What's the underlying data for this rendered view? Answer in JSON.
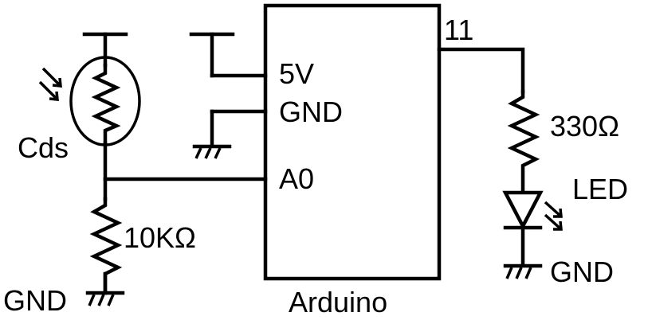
{
  "diagram": {
    "board_label": "Arduino",
    "pins": {
      "pin_5v": "5V",
      "pin_gnd": "GND",
      "pin_a0": "A0",
      "pin_11": "11"
    },
    "components": {
      "sensor_label": "Cds",
      "pulldown_resistor_label": "10KΩ",
      "led_resistor_label": "330Ω",
      "led_label": "LED"
    },
    "grounds": {
      "left_gnd_label": "GND",
      "right_gnd_label": "GND"
    },
    "colors": {
      "ink": "#000000",
      "background": "#ffffff"
    }
  }
}
